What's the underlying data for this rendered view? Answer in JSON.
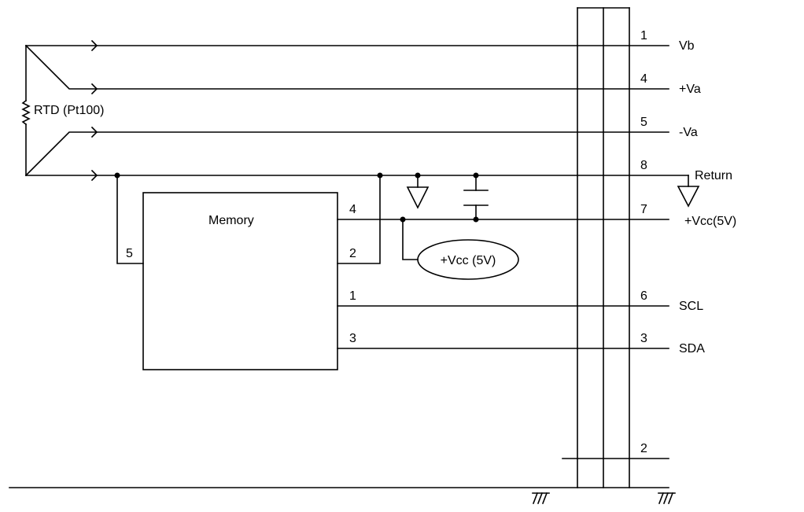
{
  "colors": {
    "ink": "#000000",
    "paper": "#ffffff"
  },
  "rtd": {
    "label": "RTD (Pt100)"
  },
  "memory": {
    "label": "Memory",
    "pins": {
      "p4": "4",
      "p2": "2",
      "p5": "5",
      "p1": "1",
      "p3": "3"
    }
  },
  "supply_bubble": {
    "label": "+Vcc (5V)"
  },
  "connector_pins": [
    {
      "pin": "1",
      "signal": "Vb"
    },
    {
      "pin": "4",
      "signal": "+Va"
    },
    {
      "pin": "5",
      "signal": "-Va"
    },
    {
      "pin": "8",
      "signal": "Return"
    },
    {
      "pin": "7",
      "signal": "+Vcc(5V)"
    },
    {
      "pin": "6",
      "signal": "SCL"
    },
    {
      "pin": "3",
      "signal": "SDA"
    },
    {
      "pin": "2",
      "signal": ""
    }
  ],
  "icons": [
    "resistor-icon",
    "ground-arrow-icon",
    "capacitor-icon",
    "chassis-ground-icon",
    "junction-dot-icon",
    "signal-arrow-icon"
  ]
}
